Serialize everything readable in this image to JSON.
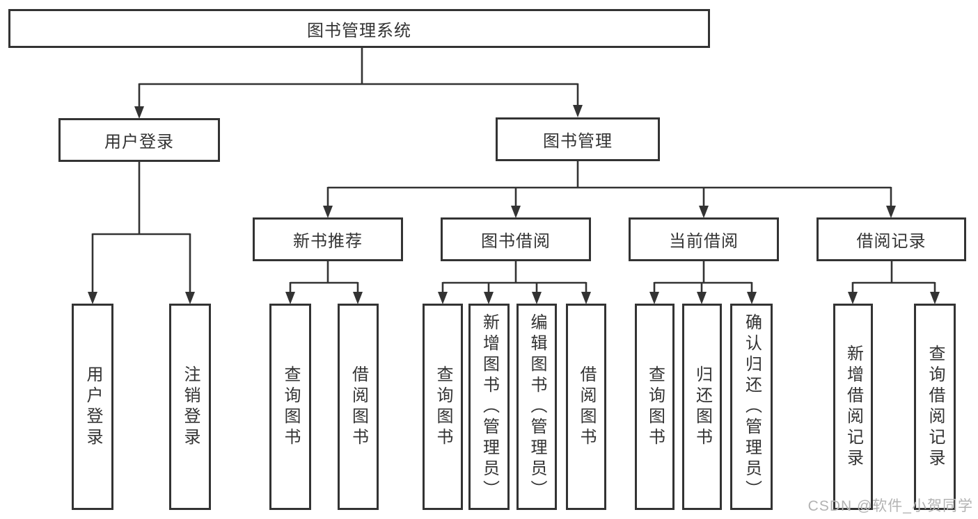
{
  "tree": {
    "root": "图书管理系统",
    "branches": [
      {
        "label": "用户登录",
        "children": [
          {
            "label": "用户登录"
          },
          {
            "label": "注销登录"
          }
        ]
      },
      {
        "label": "图书管理",
        "sections": [
          {
            "label": "新书推荐",
            "children": [
              {
                "label": "查询图书"
              },
              {
                "label": "借阅图书"
              }
            ]
          },
          {
            "label": "图书借阅",
            "children": [
              {
                "label": "查询图书"
              },
              {
                "label": "新增图书（管理员）"
              },
              {
                "label": "编辑图书（管理员）"
              },
              {
                "label": "借阅图书"
              }
            ]
          },
          {
            "label": "当前借阅",
            "children": [
              {
                "label": "查询图书"
              },
              {
                "label": "归还图书"
              },
              {
                "label": "确认归还（管理员）"
              }
            ]
          },
          {
            "label": "借阅记录",
            "children": [
              {
                "label": "新增借阅记录"
              },
              {
                "label": "查询借阅记录"
              }
            ]
          }
        ]
      }
    ]
  },
  "watermark": "CSDN @软件_小贺同学",
  "colors": {
    "line": "#333333",
    "box_border": "#333333",
    "box_background": "#ffffff",
    "text": "#333333",
    "watermark_text": "#b3b3b3",
    "background": "#ffffff"
  }
}
